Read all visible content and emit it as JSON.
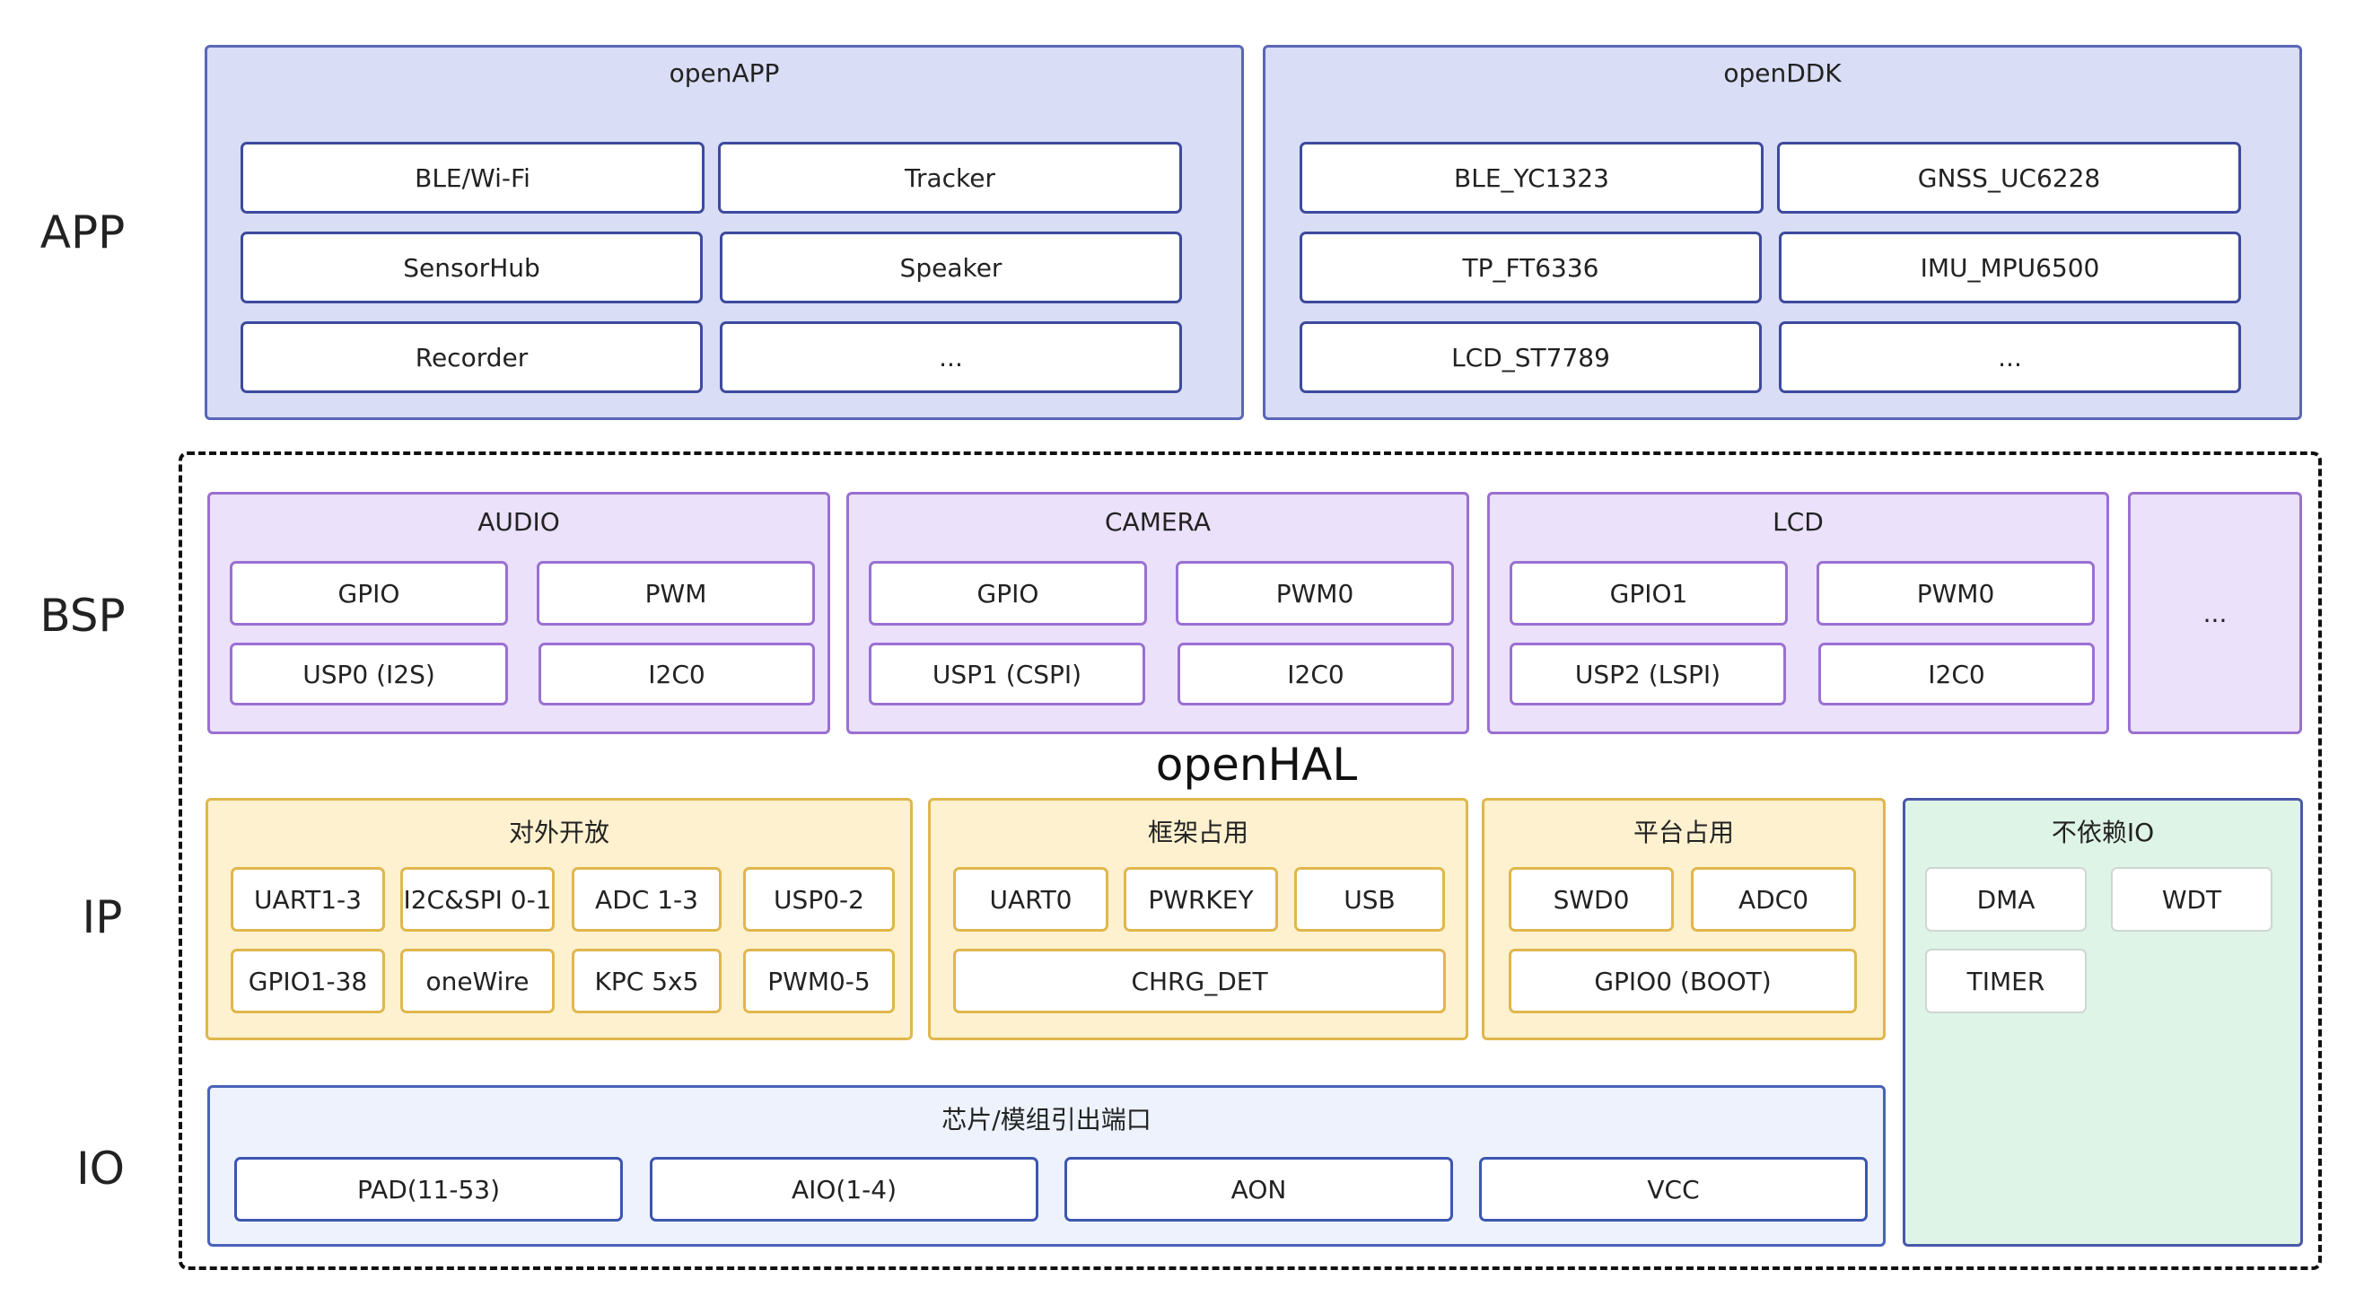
{
  "layers": {
    "app": "APP",
    "bsp": "BSP",
    "ip": "IP",
    "io": "IO"
  },
  "openhal_title": "openHAL",
  "app": {
    "openapp": {
      "title": "openAPP",
      "items": [
        "BLE/Wi-Fi",
        "Tracker",
        "SensorHub",
        "Speaker",
        "Recorder",
        "..."
      ]
    },
    "openddk": {
      "title": "openDDK",
      "items": [
        "BLE_YC1323",
        "GNSS_UC6228",
        "TP_FT6336",
        "IMU_MPU6500",
        "LCD_ST7789",
        "..."
      ]
    }
  },
  "bsp": {
    "audio": {
      "title": "AUDIO",
      "items": [
        "GPIO",
        "PWM",
        "USP0 (I2S)",
        "I2C0"
      ]
    },
    "camera": {
      "title": "CAMERA",
      "items": [
        "GPIO",
        "PWM0",
        "USP1 (CSPI)",
        "I2C0"
      ]
    },
    "lcd": {
      "title": "LCD",
      "items": [
        "GPIO1",
        "PWM0",
        "USP2 (LSPI)",
        "I2C0"
      ]
    },
    "more": "..."
  },
  "ip": {
    "open": {
      "title": "对外开放",
      "items": [
        "UART1-3",
        "I2C&SPI 0-1",
        "ADC 1-3",
        "USP0-2",
        "GPIO1-38",
        "oneWire",
        "KPC 5x5",
        "PWM0-5"
      ]
    },
    "framework": {
      "title": "框架占用",
      "items": [
        "UART0",
        "PWRKEY",
        "USB",
        "CHRG_DET"
      ]
    },
    "platform": {
      "title": "平台占用",
      "items": [
        "SWD0",
        "ADC0",
        "GPIO0 (BOOT)"
      ]
    },
    "independent": {
      "title": "不依赖IO",
      "items": [
        "DMA",
        "WDT",
        "TIMER"
      ]
    }
  },
  "io": {
    "title": "芯片/模组引出端口",
    "items": [
      "PAD(11-53)",
      "AIO(1-4)",
      "AON",
      "VCC"
    ]
  },
  "colors": {
    "app_fill": "#d9ddf5",
    "app_border": "#5a66b8",
    "bsp_fill": "#ebe1fb",
    "bsp_border": "#9a70d2",
    "ip_fill": "#fdf1cf",
    "ip_border": "#e0b74c",
    "independent_fill": "#def4e6",
    "io_fill": "#edf2fc",
    "io_border": "#4a62b8"
  }
}
